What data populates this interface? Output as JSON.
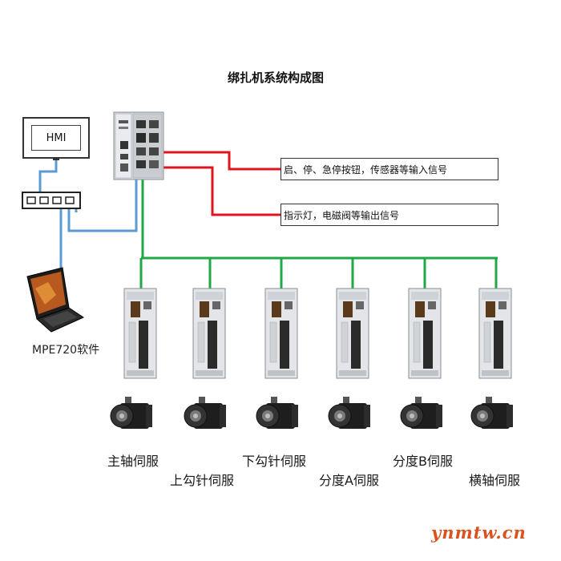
{
  "title": "绑扎机系统构成图",
  "hmi": {
    "label": "HMI"
  },
  "laptop": {
    "label": "MPE720软件"
  },
  "signals": {
    "input_label": "启、停、急停按钮，传感器等输入信号",
    "output_label": "指示灯，电磁阀等输出信号"
  },
  "servos": [
    {
      "label": "主轴伺服"
    },
    {
      "label": "上勾针伺服"
    },
    {
      "label": "下勾针伺服"
    },
    {
      "label": "分度A伺服"
    },
    {
      "label": "分度B伺服"
    },
    {
      "label": "横轴伺服"
    }
  ],
  "watermark": "ynmtw.cn",
  "colors": {
    "ethernet_line": "#5b9bd5",
    "bus_line": "#21a846",
    "io_line": "#e0141e"
  }
}
